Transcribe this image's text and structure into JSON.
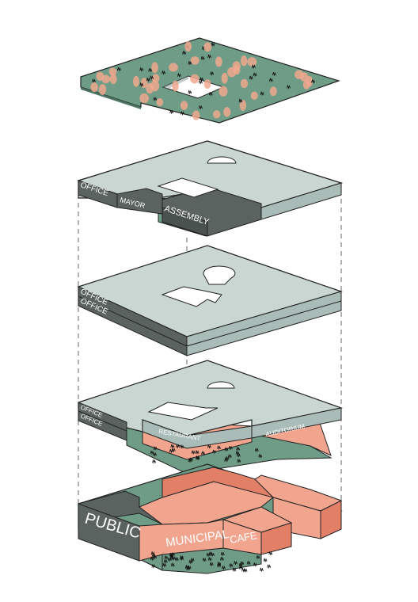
{
  "labels": {
    "l3_office": "OFFICE",
    "l3_mayor": "MAYOR",
    "l3_assembly": "ASSEMBLY",
    "l2_office_1": "OFFICE",
    "l2_office_2": "OFFICE",
    "l1_office_1": "OFFICE",
    "l1_office_2": "OFFICE",
    "l1_restaurant": "RESTAURANT",
    "l1_auditorium": "AUDITORIUM",
    "l0_public": "PUBLIC",
    "l0_municipal": "MUNICIPAL",
    "l0_cafe": "CAFE"
  },
  "colors": {
    "green": "#6f9c86",
    "slab_top": "#c9d6d2",
    "slab_side": "#a9bcb7",
    "dark": "#5b6361",
    "salmon": "#f1a58f",
    "salmon_dark": "#e27f67",
    "tree": "#f0a88e",
    "outline": "#222222"
  }
}
